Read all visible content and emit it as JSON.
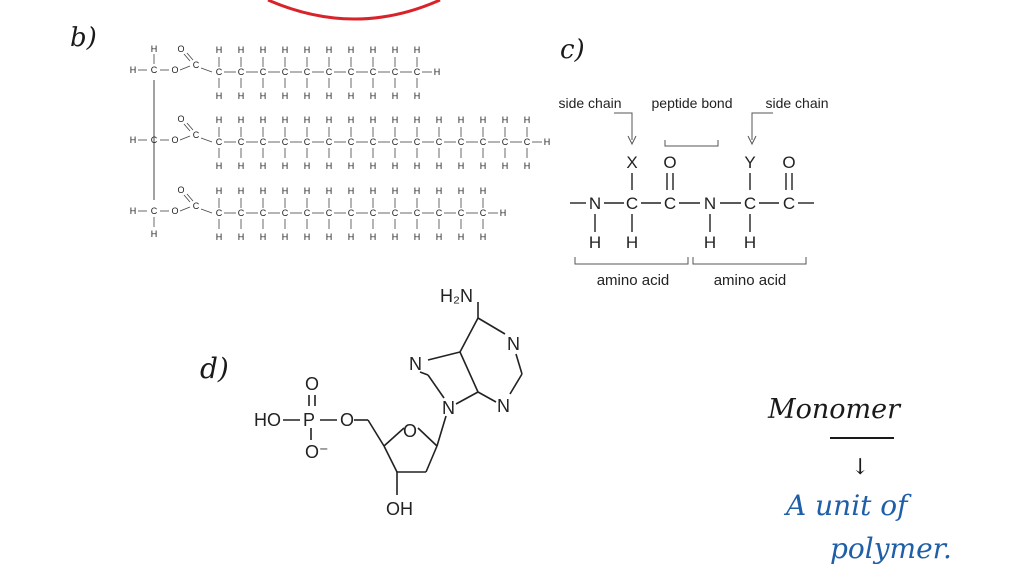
{
  "annotations": {
    "label_b": "b)",
    "label_c": "c)",
    "label_d": "d)",
    "monomer_heading": "Monomer",
    "arrow": "↓",
    "definition_line1": "A unit of",
    "definition_line2": "polymer."
  },
  "triglyceride": {
    "atoms": {
      "h": "H",
      "c": "C",
      "o": "O"
    },
    "chain_carbons": [
      10,
      15,
      13
    ]
  },
  "peptide": {
    "side_chain_left": "side chain",
    "peptide_bond": "peptide bond",
    "side_chain_right": "side chain",
    "x": "X",
    "y": "Y",
    "o": "O",
    "n": "N",
    "c": "C",
    "h": "H",
    "amino_acid_left": "amino acid",
    "amino_acid_right": "amino acid"
  },
  "nucleotide": {
    "h2n": "H₂N",
    "n": "N",
    "o": "O",
    "p": "P",
    "ho": "HO",
    "o_minus": "O⁻",
    "oh": "OH"
  },
  "colors": {
    "ink": "#1a1a1a",
    "blue_ink": "#1f5fa8",
    "red_ink": "#d9232a"
  }
}
